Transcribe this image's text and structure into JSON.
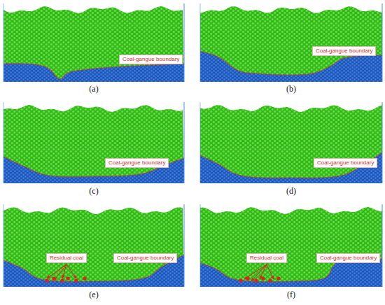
{
  "diagram": {
    "nodes": [
      {
        "text": [
          "Coal-gangue boundary"
        ]
      },
      {
        "text": [
          "Coal-gangue boundary"
        ]
      },
      {
        "text": [
          "Coal-gangue boundary"
        ]
      },
      {
        "text": [
          "Coal-gangue boundary"
        ]
      },
      {
        "text": [
          "Residual coal"
        ]
      },
      {
        "text": [
          "Coal-gangue boundary"
        ]
      },
      {
        "text": [
          "Residual coal"
        ]
      },
      {
        "text": [
          "Coal-gangue boundary"
        ]
      }
    ],
    "labels": [
      "(a)",
      "(b)",
      "(c)",
      "(d)",
      "(e)",
      "(f)"
    ]
  }
}
